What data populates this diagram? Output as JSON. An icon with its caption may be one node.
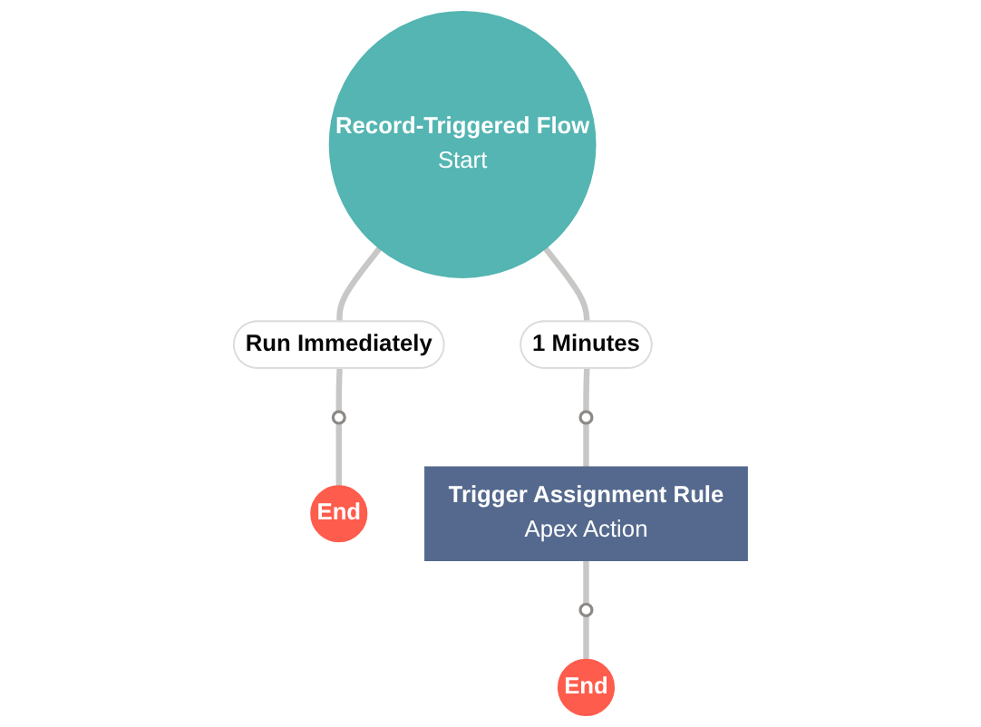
{
  "diagram": {
    "nodes": [
      {
        "text": [
          "Record-Triggered Flow",
          "Start"
        ]
      },
      {
        "text": [
          "Run Immediately"
        ]
      },
      {
        "text": [
          "1 Minutes"
        ]
      },
      {
        "text": [],
        "shape": "circle"
      },
      {
        "text": [],
        "shape": "circle"
      },
      {
        "text": [
          "End"
        ]
      },
      {
        "text": [
          "Trigger Assignment Rule",
          "Apex Action"
        ]
      },
      {
        "text": [],
        "shape": "circle"
      },
      {
        "text": [
          "End"
        ]
      }
    ],
    "edges": [
      {
        "from": 0,
        "to": 1,
        "arrow": "none"
      },
      {
        "from": 0,
        "to": 2,
        "arrow": "none"
      },
      {
        "from": 1,
        "to": 3,
        "arrow": "none"
      },
      {
        "from": 3,
        "to": 5,
        "arrow": "none"
      },
      {
        "from": 2,
        "to": 4,
        "arrow": "none"
      },
      {
        "from": 4,
        "to": 6,
        "arrow": "none"
      },
      {
        "from": 6,
        "to": 7,
        "arrow": "none"
      },
      {
        "from": 7,
        "to": 8,
        "arrow": "none"
      }
    ]
  }
}
